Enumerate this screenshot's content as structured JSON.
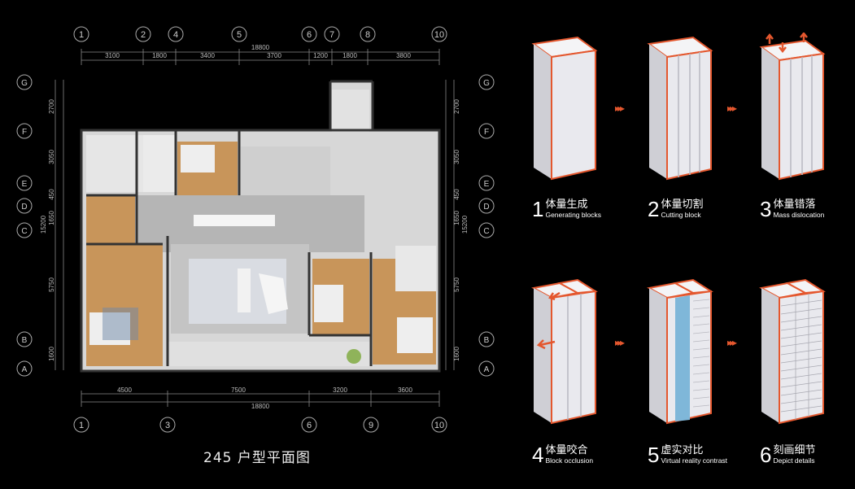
{
  "plan": {
    "top_axes": [
      "1",
      "2",
      "4",
      "5",
      "6",
      "7",
      "8",
      "10"
    ],
    "bottom_axes": [
      "1",
      "3",
      "6",
      "9",
      "10"
    ],
    "side_axes": [
      "G",
      "F",
      "E",
      "D",
      "C",
      "B",
      "A"
    ],
    "top_total": "18800",
    "top_dims": [
      "3100",
      "1800",
      "3400",
      "3700",
      "1200",
      "1800",
      "3800"
    ],
    "bottom_dims": [
      "4500",
      "7500",
      "3200",
      "3600"
    ],
    "bottom_total": "18800",
    "side_dims": [
      "2700",
      "3050",
      "450",
      "1650",
      "5750",
      "1600"
    ],
    "side_total": "15200",
    "caption": "245 户型平面图"
  },
  "steps": [
    {
      "num": "1",
      "cn": "体量生成",
      "en": "Generating blocks"
    },
    {
      "num": "2",
      "cn": "体量切割",
      "en": "Cutting block"
    },
    {
      "num": "3",
      "cn": "体量错落",
      "en": "Mass dislocation"
    },
    {
      "num": "4",
      "cn": "体量咬合",
      "en": "Block occlusion"
    },
    {
      "num": "5",
      "cn": "虚实对比",
      "en": "Virtual reality contrast"
    },
    {
      "num": "6",
      "cn": "刻画细节",
      "en": "Depict details"
    }
  ],
  "arrow_glyph": "▸▸▸",
  "colors": {
    "accent": "#e4572e",
    "wood": "#c8955a",
    "floor_grey": "#b8b8b8",
    "block": "#e8e8ec",
    "glass": "#7fb7d9"
  }
}
